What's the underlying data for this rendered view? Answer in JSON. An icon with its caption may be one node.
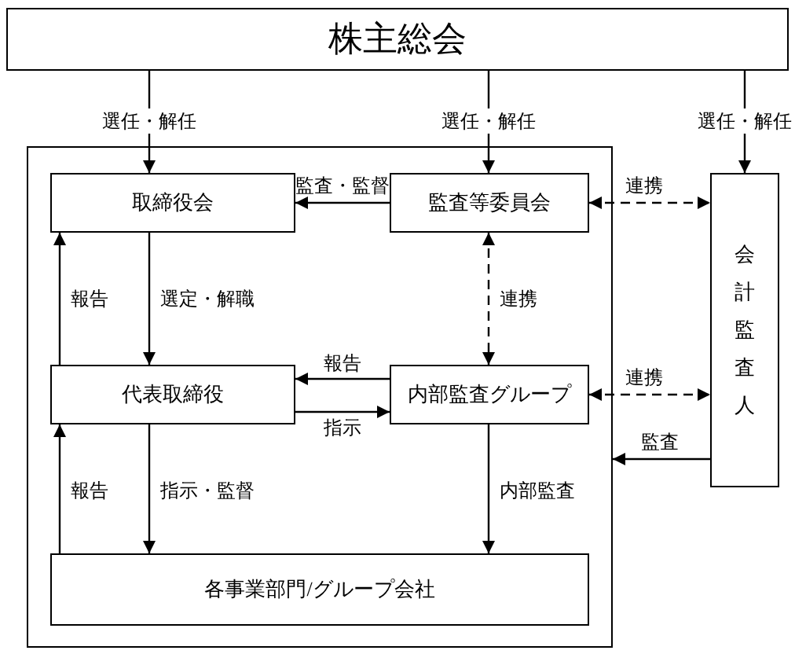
{
  "diagram": {
    "nodes": [
      {
        "text": [
          "株主総会"
        ]
      },
      {
        "text": [],
        "shape": "box"
      },
      {
        "text": [
          "取締役会"
        ],
        "in": 1
      },
      {
        "text": [
          "監査等委員会"
        ],
        "in": 1
      },
      {
        "text": [
          "会計監査人"
        ]
      },
      {
        "text": [
          "代表取締役"
        ],
        "in": 1
      },
      {
        "text": [
          "内部監査グループ"
        ],
        "in": 1
      },
      {
        "text": [
          "各事業部門/グループ会社"
        ],
        "in": 1
      }
    ],
    "edges": [
      {
        "from": 0,
        "to": 2,
        "arrow": "to",
        "label": "選任・解任"
      },
      {
        "from": 0,
        "to": 3,
        "arrow": "to",
        "label": "選任・解任"
      },
      {
        "from": 0,
        "to": 4,
        "arrow": "to",
        "label": "選任・解任"
      },
      {
        "from": 3,
        "to": 2,
        "arrow": "to",
        "label": "監査・監督"
      },
      {
        "from": 3,
        "to": 4,
        "arrow": "both",
        "label": "連携",
        "style": "dashed"
      },
      {
        "from": 3,
        "to": 6,
        "arrow": "both",
        "label": "連携",
        "style": "dashed"
      },
      {
        "from": 6,
        "to": 4,
        "arrow": "both",
        "label": "連携",
        "style": "dashed"
      },
      {
        "from": 4,
        "to": 1,
        "arrow": "to",
        "label": "監査"
      },
      {
        "from": 5,
        "to": 2,
        "arrow": "to",
        "label": "報告"
      },
      {
        "from": 2,
        "to": 5,
        "arrow": "to",
        "label": "選定・解職"
      },
      {
        "from": 6,
        "to": 5,
        "arrow": "to",
        "label": "報告"
      },
      {
        "from": 5,
        "to": 6,
        "arrow": "to",
        "label": "指示"
      },
      {
        "from": 7,
        "to": 5,
        "arrow": "to",
        "label": "報告"
      },
      {
        "from": 5,
        "to": 7,
        "arrow": "to",
        "label": "指示・監督"
      },
      {
        "from": 6,
        "to": 7,
        "arrow": "to",
        "label": "内部監査"
      }
    ]
  }
}
